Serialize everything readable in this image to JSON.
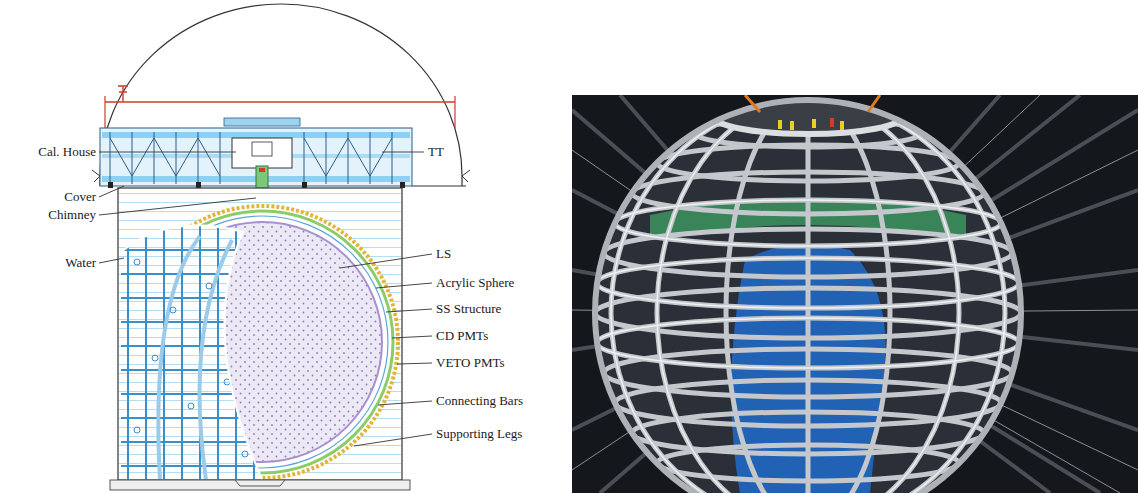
{
  "diagram": {
    "labels": [
      "Cal. House",
      "TT",
      "Cover",
      "Chimney",
      "LS",
      "Water",
      "Acrylic Sphere",
      "SS Structure",
      "CD PMTs",
      "VETO PMTs",
      "Connecting Bars",
      "Supporting Legs"
    ]
  }
}
